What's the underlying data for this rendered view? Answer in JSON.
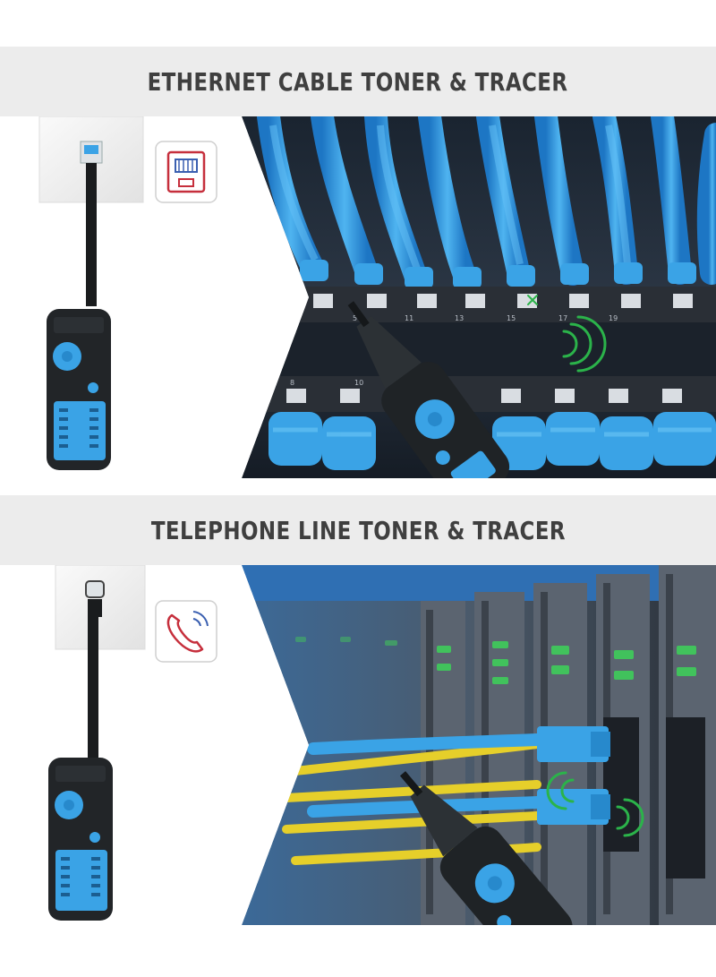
{
  "sections": [
    {
      "title": "ETHERNET CABLE TONER & TRACER",
      "icon": "ethernet-jack-icon",
      "scene": "patch-panel-with-blue-ethernet-cables"
    },
    {
      "title": "TELEPHONE LINE TONER & TRACER",
      "icon": "telephone-handset-icon",
      "scene": "fiber-switch-with-yellow-and-blue-cables"
    }
  ],
  "colors": {
    "accent_blue": "#2f9be0",
    "device_body": "#26292c",
    "banner_bg": "#ececec",
    "title_text": "#3f3f3f",
    "fiber_yellow": "#e6cf2a",
    "signal_green": "#2bb34a",
    "icon_red": "#c62f3c"
  }
}
